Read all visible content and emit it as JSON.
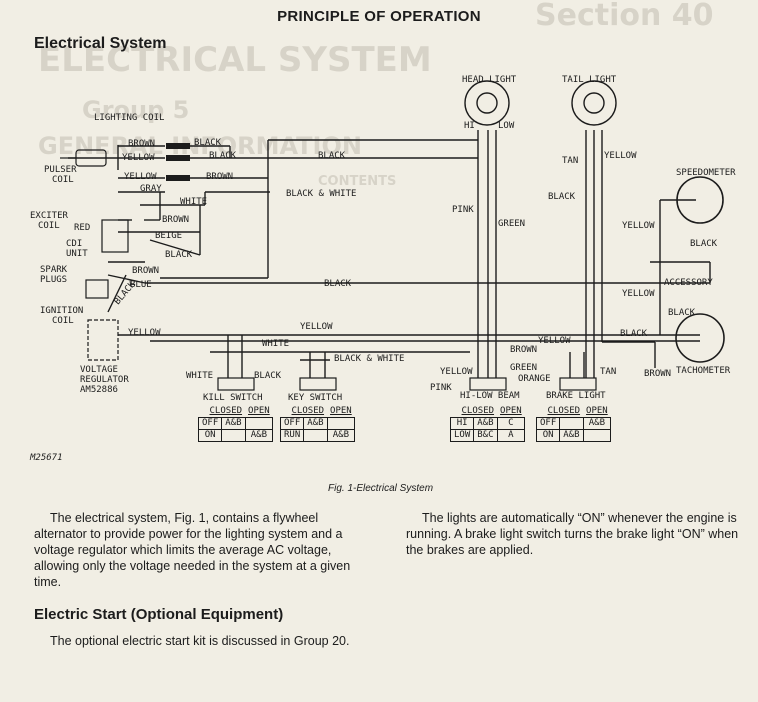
{
  "page_title": "PRINCIPLE OF OPERATION",
  "section_title": "Electrical System",
  "background_ghost_text": [
    "Section 40",
    "ELECTRICAL SYSTEM",
    "Group 5",
    "GENERAL INFORMATION",
    "CONTENTS"
  ],
  "components": {
    "lighting_coil": "LIGHTING COIL",
    "pulser_coil": [
      "PULSER",
      "COIL"
    ],
    "exciter_coil": [
      "EXCITER",
      "COIL"
    ],
    "cdi_unit": [
      "CDI",
      "UNIT"
    ],
    "spark_plugs": [
      "SPARK",
      "PLUGS"
    ],
    "ignition_coil": [
      "IGNITION",
      "COIL"
    ],
    "voltage_regulator": [
      "VOLTAGE",
      "REGULATOR",
      "AM52886"
    ],
    "head_light": "HEAD LIGHT",
    "tail_light": "TAIL LIGHT",
    "speedometer": "SPEEDOMETER",
    "accessory": "ACCESSORY",
    "tachometer": "TACHOMETER",
    "kill_switch": "KILL SWITCH",
    "key_switch": "KEY SWITCH",
    "hi_low_beam": "HI-LOW BEAM",
    "brake_light": "BRAKE LIGHT",
    "hi": "HI",
    "low": "LOW"
  },
  "wire_labels": {
    "brown": "BROWN",
    "black": "BLACK",
    "yellow": "YELLOW",
    "gray": "GRAY",
    "white": "WHITE",
    "red": "RED",
    "beige": "BEIGE",
    "blue": "BLUE",
    "black_white": "BLACK & WHITE",
    "pink": "PINK",
    "green": "GREEN",
    "tan": "TAN",
    "orange": "ORANGE"
  },
  "tables": {
    "kill": {
      "header": [
        "CLOSED",
        "OPEN"
      ],
      "rows": [
        [
          "OFF",
          "A&B",
          ""
        ],
        [
          "ON",
          "",
          "A&B"
        ]
      ]
    },
    "key": {
      "header": [
        "CLOSED",
        "OPEN"
      ],
      "rows": [
        [
          "OFF",
          "A&B",
          ""
        ],
        [
          "RUN",
          "",
          "A&B"
        ]
      ]
    },
    "beam": {
      "header": [
        "CLOSED",
        "OPEN"
      ],
      "rows": [
        [
          "HI",
          "A&B",
          "C"
        ],
        [
          "LOW",
          "B&C",
          "A"
        ]
      ]
    },
    "brake": {
      "header": [
        "CLOSED",
        "OPEN"
      ],
      "rows": [
        [
          "OFF",
          "",
          "A&B"
        ],
        [
          "ON",
          "A&B",
          ""
        ]
      ]
    }
  },
  "drawing_code": "M25671",
  "figure_caption": "Fig. 1-Electrical System",
  "paragraphs": {
    "left": "The electrical system, Fig. 1, contains a flywheel alternator to provide power for the lighting system and a voltage regulator which limits the average AC voltage, allowing only the voltage needed in the system at a given time.",
    "right": "The lights are automatically “ON” whenever the engine is running. A brake light switch turns the brake light “ON” when the brakes are applied.",
    "electric_start": "The optional electric start kit is discussed in Group 20."
  },
  "electric_start_title": "Electric Start (Optional Equipment)"
}
